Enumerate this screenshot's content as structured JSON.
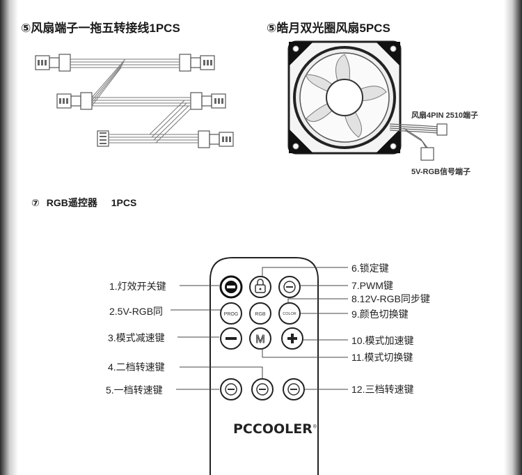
{
  "sections": {
    "cable": {
      "title": "⑤风扇端子一拖五转接线1PCS"
    },
    "fan": {
      "title": "⑤皓月双光圈风扇5PCS",
      "label_4pin": "风扇4PIN 2510端子",
      "label_rgb": "5V-RGB信号端子"
    },
    "remote_title": {
      "marker": "⑦",
      "name": "RGB遥控器",
      "qty": "1PCS"
    }
  },
  "remote": {
    "brand": "PCCOOLER",
    "left_labels": [
      "1.灯效开关键",
      "2.5V-RGB同",
      "3.模式减速键",
      "4.二档转速键",
      "5.一档转速键"
    ],
    "right_labels": [
      "6.锁定键",
      "7.PWM键",
      "8.12V-RGB同步键",
      "9.颜色切换键",
      "10.模式加速键",
      "11.模式切换键",
      "12.三档转速键"
    ],
    "button_texts": {
      "prog": "PROG",
      "rgb": "RGB",
      "color": "COLOR",
      "mode": "M"
    }
  }
}
